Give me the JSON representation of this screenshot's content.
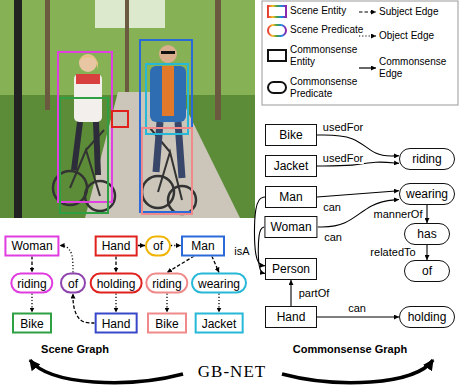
{
  "diagram": {
    "nodes": [
      {
        "text": [
          "Woman"
        ]
      },
      {
        "text": [
          "riding"
        ]
      },
      {
        "text": [
          "Bike"
        ]
      },
      {
        "text": [
          "of"
        ]
      },
      {
        "text": [
          "Hand"
        ]
      },
      {
        "text": [
          "holding"
        ]
      },
      {
        "text": [
          "Hand"
        ]
      },
      {
        "text": [
          "of"
        ]
      },
      {
        "text": [
          "Man"
        ]
      },
      {
        "text": [
          "riding"
        ]
      },
      {
        "text": [
          "Bike"
        ]
      },
      {
        "text": [
          "wearing"
        ]
      },
      {
        "text": [
          "Jacket"
        ]
      },
      {
        "text": [
          "Bike"
        ]
      },
      {
        "text": [
          "Jacket"
        ]
      },
      {
        "text": [
          "Man"
        ]
      },
      {
        "text": [
          "Woman"
        ]
      },
      {
        "text": [
          "Person"
        ]
      },
      {
        "text": [
          "Hand"
        ]
      },
      {
        "text": [
          "riding"
        ]
      },
      {
        "text": [
          "wearing"
        ]
      },
      {
        "text": [
          "has"
        ]
      },
      {
        "text": [
          "of"
        ]
      },
      {
        "text": [
          "holding"
        ]
      }
    ],
    "edges": [
      {
        "from": 0,
        "to": 1,
        "arrow": "to"
      },
      {
        "from": 1,
        "to": 2,
        "arrow": "to"
      },
      {
        "from": 6,
        "to": 3,
        "arrow": "to"
      },
      {
        "from": 3,
        "to": 0,
        "arrow": "to"
      },
      {
        "from": 4,
        "to": 5,
        "arrow": "to"
      },
      {
        "from": 5,
        "to": 6,
        "arrow": "to"
      },
      {
        "from": 4,
        "to": 7,
        "arrow": "to"
      },
      {
        "from": 7,
        "to": 8,
        "arrow": "to"
      },
      {
        "from": 8,
        "to": 9,
        "arrow": "to"
      },
      {
        "from": 9,
        "to": 10,
        "arrow": "to"
      },
      {
        "from": 8,
        "to": 11,
        "arrow": "to"
      },
      {
        "from": 11,
        "to": 12,
        "arrow": "to"
      },
      {
        "from": 13,
        "to": 19,
        "label": "usedFor",
        "arrow": "to"
      },
      {
        "from": 14,
        "to": 19,
        "label": "usedFor",
        "arrow": "to"
      },
      {
        "from": 15,
        "to": 20,
        "label": "can",
        "arrow": "to"
      },
      {
        "from": 16,
        "to": 20,
        "label": "can",
        "arrow": "to"
      },
      {
        "from": 15,
        "to": 17,
        "arrow": "to"
      },
      {
        "from": 16,
        "to": 17,
        "label": "isA",
        "arrow": "to"
      },
      {
        "from": 18,
        "to": 17,
        "label": "partOf",
        "arrow": "to"
      },
      {
        "from": 18,
        "to": 23,
        "label": "can",
        "arrow": "to"
      },
      {
        "from": 20,
        "to": 21,
        "label": "mannerOf",
        "arrow": "to"
      },
      {
        "from": 21,
        "to": 22,
        "label": "relatedTo",
        "arrow": "to"
      }
    ],
    "labels": [
      "Scene Graph",
      "Commonsense Graph",
      "GB-NET"
    ],
    "legend": [
      {
        "text": "Scene Entity"
      },
      {
        "text": "Scene Predicate"
      },
      {
        "text": "Commonsense Entity"
      },
      {
        "text": "Commonsense Predicate"
      },
      {
        "text": "Subject Edge"
      },
      {
        "text": "Object Edge"
      },
      {
        "text": "Commonsense Edge"
      }
    ]
  }
}
